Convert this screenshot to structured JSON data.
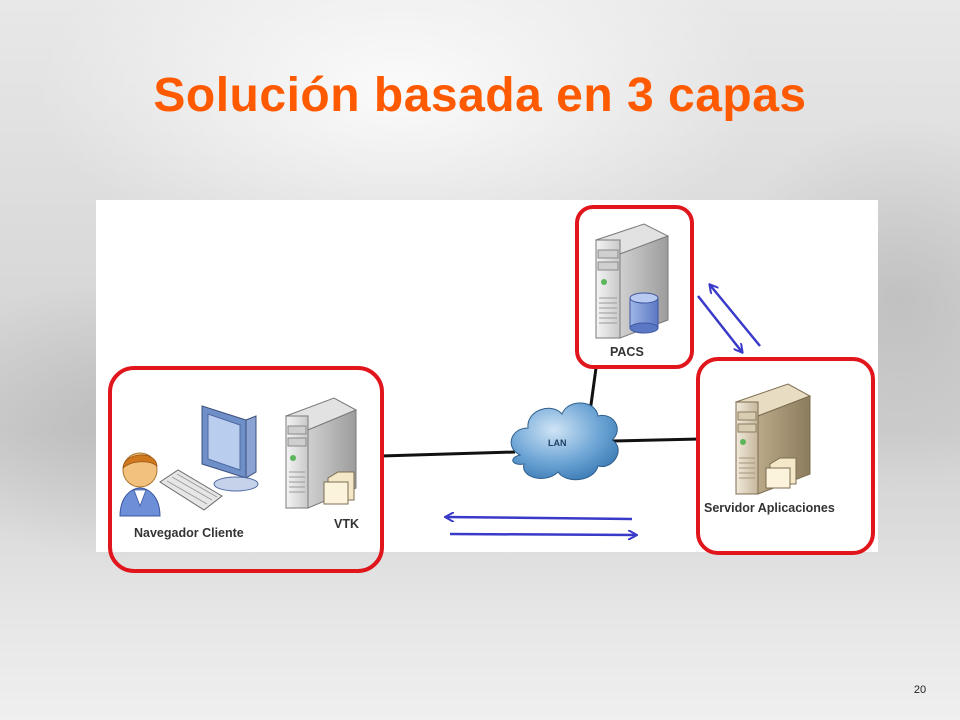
{
  "slide": {
    "title": "Solución basada en 3 capas",
    "page_number": "20"
  },
  "diagram": {
    "labels": {
      "client": "Navegador Cliente",
      "vtk": "VTK",
      "pacs": "PACS",
      "app_server": "Servidor Aplicaciones",
      "lan": "LAN"
    }
  },
  "colors": {
    "title": "#ff5a00",
    "highlight_box": "#e0161c",
    "arrow": "#3a3ac8",
    "lan_cloud": "#6fa6d6"
  }
}
